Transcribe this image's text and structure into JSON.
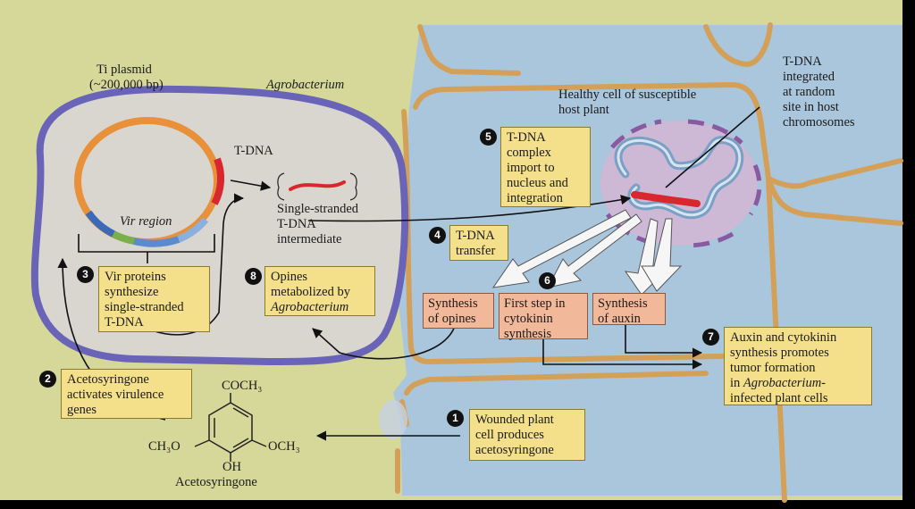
{
  "organism": "Agrobacterium",
  "plasmid": {
    "name": "Ti plasmid",
    "size": "(~200,000 bp)",
    "tdna_label": "T-DNA",
    "vir_label": "Vir region"
  },
  "intermediate": "Single-stranded\nT-DNA\nintermediate",
  "host_cell": "Healthy cell of susceptible\nhost plant",
  "integration": "T-DNA\nintegrated\nat random\nsite in host\nchromosomes",
  "molecule": {
    "top_group": "COCH₃",
    "left_group": "CH₃O",
    "right_group": "OCH₃",
    "bottom_group": "OH",
    "name": "Acetosyringone"
  },
  "steps": [
    {
      "num": "1",
      "text": "Wounded plant\ncell produces\nacetosyringone"
    },
    {
      "num": "2",
      "text": "Acetosyringone\nactivates virulence\ngenes"
    },
    {
      "num": "3",
      "text": "Vir proteins\nsynthesize\nsingle-stranded\nT-DNA"
    },
    {
      "num": "4",
      "text": "T-DNA\ntransfer"
    },
    {
      "num": "5",
      "text": "T-DNA\ncomplex\nimport to\nnucleus and\nintegration"
    },
    {
      "num": "6",
      "boxes": [
        "Synthesis\nof opines",
        "First step in\ncytokinin\nsynthesis",
        "Synthesis\nof auxin"
      ]
    },
    {
      "num": "7",
      "text_pre": "Auxin and cytokinin\nsynthesis promotes\ntumor formation\nin ",
      "text_italic": "Agrobacterium",
      "text_post": "-\ninfected plant cells"
    },
    {
      "num": "8",
      "text_pre": "Opines\nmetabolized by\n",
      "text_italic": "Agrobacterium"
    }
  ],
  "colors": {
    "background": "#d6d89a",
    "host_cell_fill": "#a9c6dc",
    "cell_wall": "#d4a058",
    "bacterium_fill": "#d9d6d0",
    "bacterium_border": "#6a64b8",
    "nucleus_fill": "#cdb8d6",
    "tdna_red": "#d8282e",
    "label_box": "#f4e08a",
    "product_box": "#f2b89a"
  }
}
